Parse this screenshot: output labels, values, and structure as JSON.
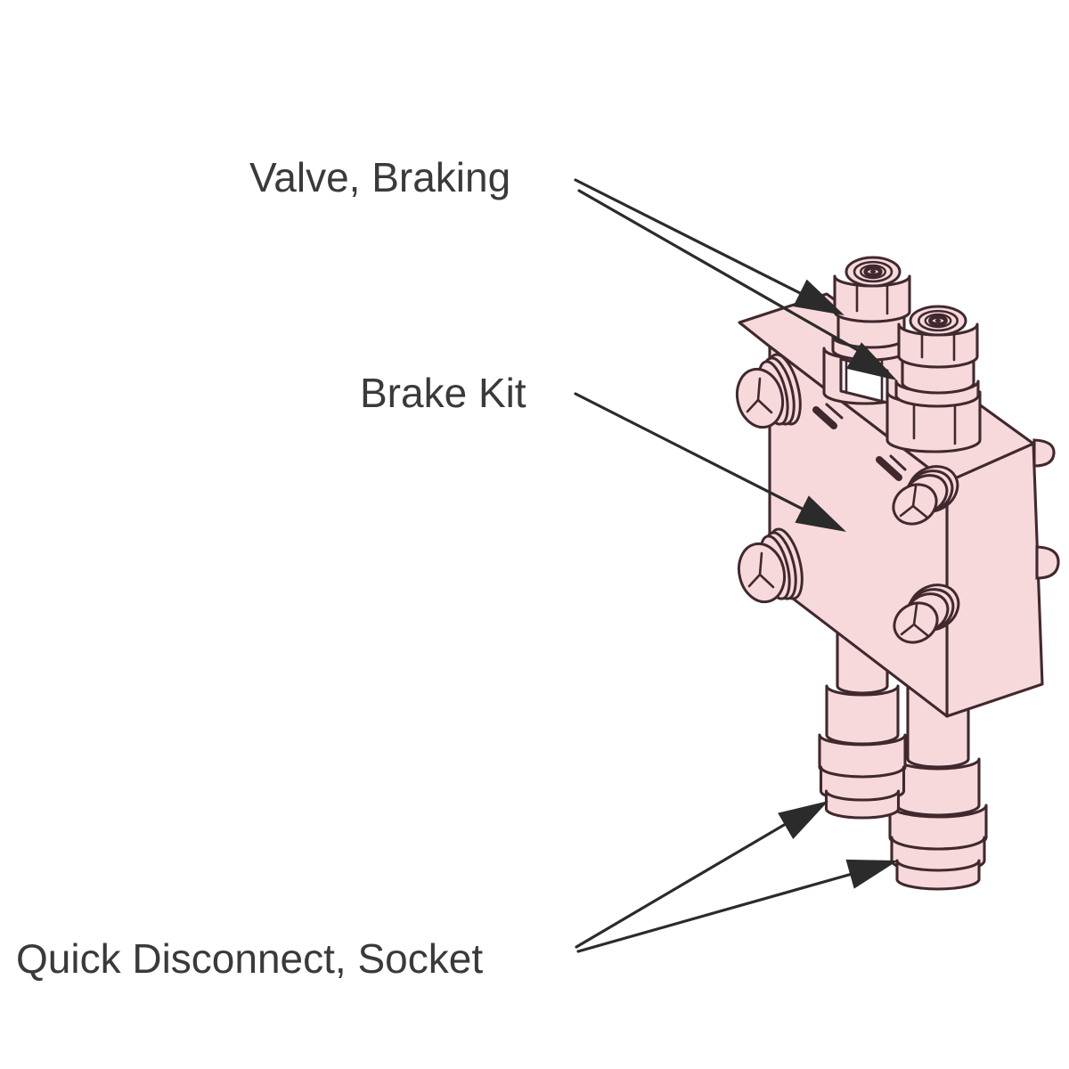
{
  "diagram": {
    "type": "exploded-parts-callout-diagram",
    "subject": "Hydraulic brake valve manifold assembly",
    "labels": {
      "valve_braking": "Valve, Braking",
      "brake_kit": "Brake Kit",
      "quick_disconnect": "Quick Disconnect, Socket"
    },
    "callouts": [
      {
        "label": "Valve, Braking",
        "arrows": 2,
        "points_to": "two cartridge valves on top of manifold block"
      },
      {
        "label": "Brake Kit",
        "arrows": 1,
        "points_to": "manifold block front face"
      },
      {
        "label": "Quick Disconnect, Socket",
        "arrows": 2,
        "points_to": "two coupler sockets below manifold block"
      }
    ],
    "colors": {
      "background": "#ffffff",
      "part_fill": "#f8d9db",
      "line": "#40292e",
      "arrow": "#2b2b2b",
      "text": "#3a3a3a",
      "highlight": "#ffffff"
    }
  }
}
